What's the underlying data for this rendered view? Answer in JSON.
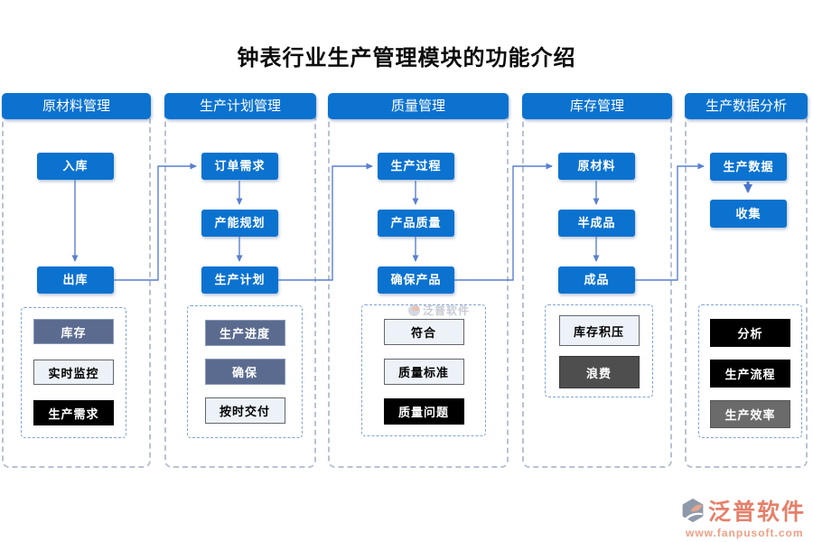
{
  "title": "钟表行业生产管理模块的功能介绍",
  "watermark": {
    "text": "泛普软件"
  },
  "footer": {
    "brand": "泛普软件",
    "url": "www.fanpusoft.com"
  },
  "colors": {
    "primary_blue": "#0b72d0",
    "arrow_blue": "#5a7fd0",
    "slate_box": "#5b6b8f",
    "light_box": "#edf2f9",
    "black_box": "#000000",
    "dark_gray_box": "#4e4e4e",
    "mid_gray_box": "#6b6b6b",
    "outer_dash_border": "#b9c2d2",
    "inner_dash_border": "#7fa3d8",
    "brand_coral": "#e5806a"
  },
  "columns": [
    {
      "header": "原材料管理",
      "nodes": [
        "入库",
        "出库"
      ],
      "sub_items": [
        {
          "label": "库存",
          "style": "slate"
        },
        {
          "label": "实时监控",
          "style": "light"
        },
        {
          "label": "生产需求",
          "style": "black"
        }
      ]
    },
    {
      "header": "生产计划管理",
      "nodes": [
        "订单需求",
        "产能规划",
        "生产计划"
      ],
      "sub_items": [
        {
          "label": "生产进度",
          "style": "slate"
        },
        {
          "label": "确保",
          "style": "slate"
        },
        {
          "label": "按时交付",
          "style": "light"
        }
      ]
    },
    {
      "header": "质量管理",
      "nodes": [
        "生产过程",
        "产品质量",
        "确保产品"
      ],
      "sub_items": [
        {
          "label": "符合",
          "style": "light"
        },
        {
          "label": "质量标准",
          "style": "light"
        },
        {
          "label": "质量问题",
          "style": "black"
        }
      ]
    },
    {
      "header": "库存管理",
      "nodes": [
        "原材料",
        "半成品",
        "成品"
      ],
      "sub_items": [
        {
          "label": "库存积压",
          "style": "light"
        },
        {
          "label": "浪费",
          "style": "darkgray"
        }
      ]
    },
    {
      "header": "生产数据分析",
      "nodes": [
        "生产数据",
        "收集"
      ],
      "sub_items": [
        {
          "label": "分析",
          "style": "black"
        },
        {
          "label": "生产流程",
          "style": "black"
        },
        {
          "label": "生产效率",
          "style": "gray"
        }
      ]
    }
  ]
}
